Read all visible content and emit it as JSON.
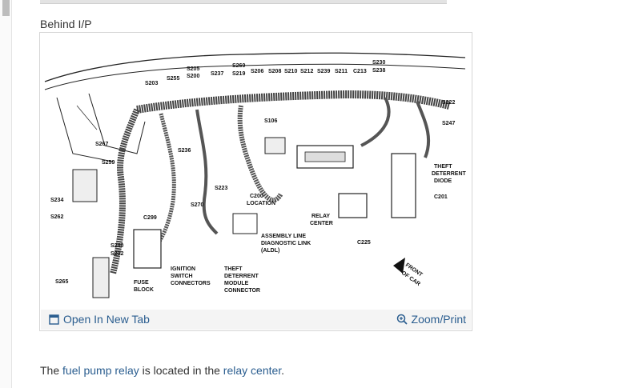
{
  "caption": "Behind I/P",
  "toolbar": {
    "open_label": "Open In New Tab",
    "zoom_label": "Zoom/Print"
  },
  "description": {
    "prefix": "The ",
    "link1": "fuel pump relay",
    "middle": " is located in the ",
    "link2": "relay center",
    "suffix": "."
  },
  "diagram_labels": {
    "top": [
      "S205",
      "S200",
      "S255",
      "S237",
      "S203",
      "S269",
      "S219",
      "S206",
      "S208",
      "S210",
      "S212",
      "S239",
      "S211",
      "C213",
      "S230",
      "S238"
    ],
    "right": [
      "S222",
      "S247",
      "THEFT",
      "DETERRENT",
      "DIODE",
      "C201"
    ],
    "mid": [
      "S106",
      "S267",
      "S236",
      "S259",
      "S223",
      "C200",
      "LOCATION",
      "RELAY",
      "CENTER",
      "S270",
      "C299",
      "C225"
    ],
    "left": [
      "S234",
      "S262",
      "S240",
      "S202",
      "S265"
    ],
    "bottom": [
      "ASSEMBLY LINE",
      "DIAGNOSTIC LINK",
      "(ALDL)",
      "IGNITION",
      "SWITCH",
      "CONNECTORS",
      "FUSE",
      "BLOCK",
      "THEFT",
      "DETERRENT",
      "MODULE",
      "CONNECTOR"
    ],
    "front": [
      "FRONT",
      "OF CAR"
    ]
  }
}
